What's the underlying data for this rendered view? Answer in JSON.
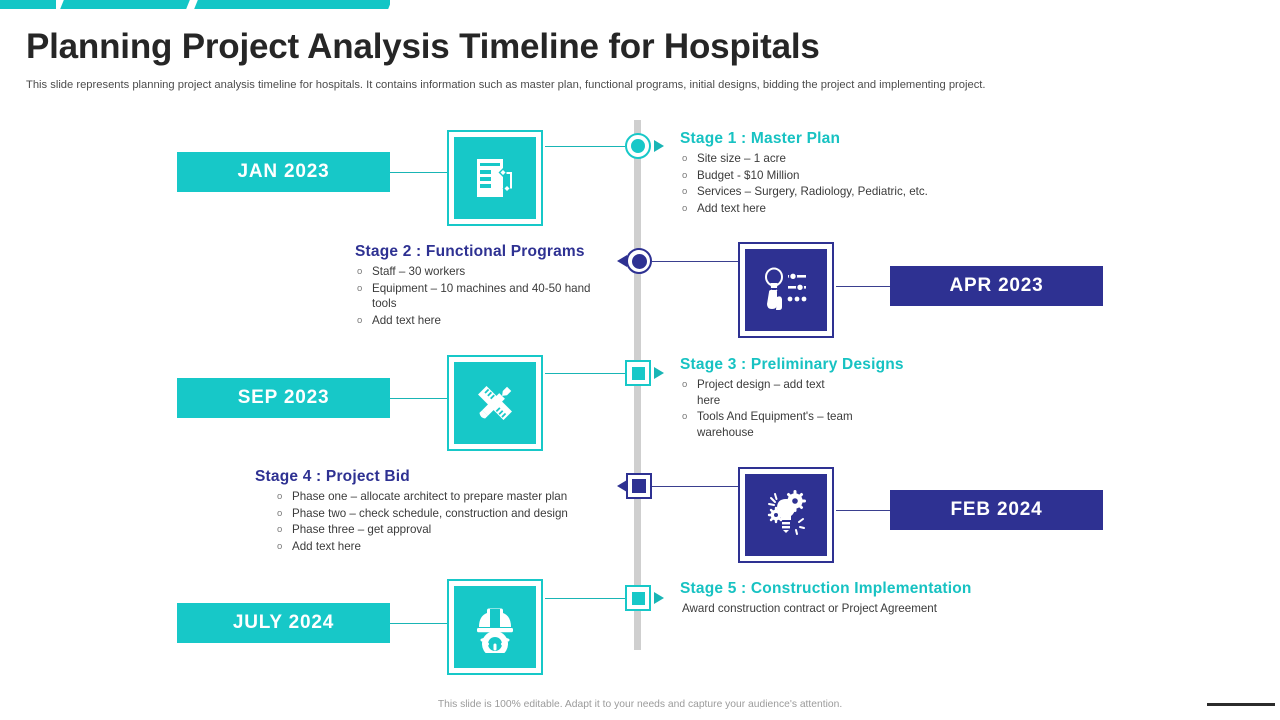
{
  "theme": {
    "teal": "#17c8c8",
    "navy": "#2e3192",
    "spine": "#cfcfcf",
    "title_color": "#262626"
  },
  "header": {
    "title": "Planning Project Analysis Timeline for Hospitals",
    "subtitle": "This slide represents planning project analysis timeline for hospitals. It contains information such as master plan, functional programs, initial designs, bidding the project and implementing project."
  },
  "timeline": {
    "dates": [
      {
        "label": "JAN 2023",
        "color": "teal"
      },
      {
        "label": "APR 2023",
        "color": "navy"
      },
      {
        "label": "SEP 2023",
        "color": "teal"
      },
      {
        "label": "FEB 2024",
        "color": "navy"
      },
      {
        "label": "JULY 2024",
        "color": "teal"
      }
    ],
    "icons": [
      {
        "name": "document-flowchart-icon",
        "color": "teal"
      },
      {
        "name": "hand-settings-sliders-icon",
        "color": "navy"
      },
      {
        "name": "pencil-ruler-icon",
        "color": "teal"
      },
      {
        "name": "lightbulb-gears-icon",
        "color": "navy"
      },
      {
        "name": "hardhat-gear-icon",
        "color": "teal"
      }
    ],
    "stages": [
      {
        "heading": "Stage 1 : Master Plan",
        "color": "teal",
        "marker": "circle-teal",
        "items": [
          "Site size – 1 acre",
          "Budget - $10 Million",
          "Services – Surgery, Radiology, Pediatric, etc.",
          "Add text here"
        ]
      },
      {
        "heading": "Stage 2 : Functional Programs",
        "color": "navy",
        "marker": "circle-navy",
        "items": [
          "Staff – 30 workers",
          "Equipment – 10 machines and 40-50 hand tools",
          "Add text here"
        ]
      },
      {
        "heading": "Stage 3 : Preliminary Designs",
        "color": "teal",
        "marker": "square-teal",
        "items": [
          "Project design – add text here",
          "Tools And Equipment's – team warehouse"
        ]
      },
      {
        "heading": "Stage 4 : Project Bid",
        "color": "navy",
        "marker": "square-navy",
        "items": [
          "Phase one – allocate architect to prepare  master plan",
          "Phase two – check schedule, construction and design",
          "Phase three – get approval",
          "Add text here"
        ]
      },
      {
        "heading": "Stage 5 : Construction Implementation",
        "color": "teal",
        "marker": "square-teal",
        "text": "Award construction contract or Project Agreement"
      }
    ]
  },
  "footer": {
    "note": "This slide is 100% editable. Adapt it to your needs and capture your audience's attention."
  }
}
